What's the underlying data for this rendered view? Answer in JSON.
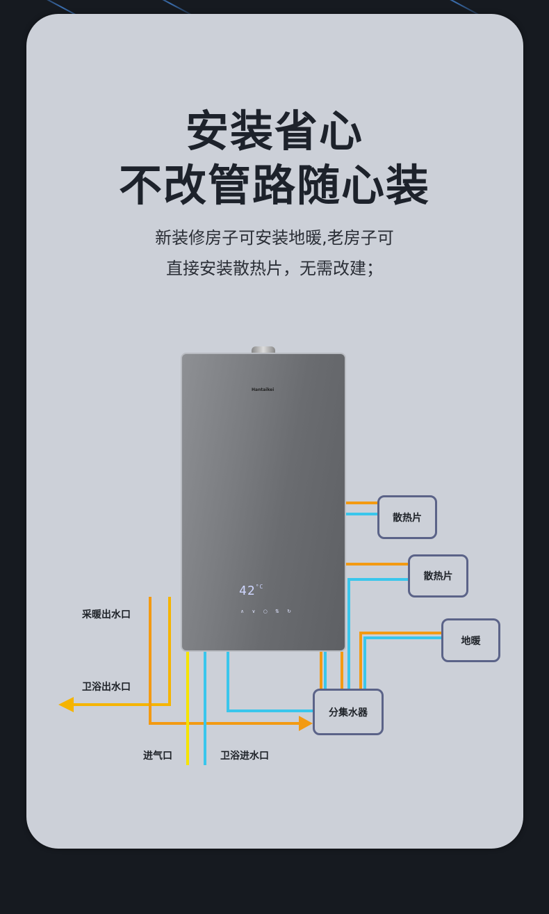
{
  "title_line1": "安装省心",
  "title_line2": "不改管路随心装",
  "subtitle_line1": "新装修房子可安装地暖,老房子可",
  "subtitle_line2": "直接安装散热片，无需改建；",
  "heater": {
    "brand": "Hantaikei",
    "display_temp": "42",
    "display_unit": "°C",
    "keys": "∧ ∨ ○ ⇅ ↻"
  },
  "boxes": {
    "radiator_1": "散热片",
    "radiator_2": "散热片",
    "floor_heating": "地暖",
    "manifold": "分集水器"
  },
  "labels": {
    "heating_outlet": "采暖出水口",
    "bath_outlet": "卫浴出水口",
    "gas_inlet": "进气口",
    "bath_inlet": "卫浴进水口"
  },
  "colors": {
    "hot": "#f39a12",
    "cold": "#39c6ec",
    "gas": "#f5e400",
    "box_border": "#5b6388"
  }
}
